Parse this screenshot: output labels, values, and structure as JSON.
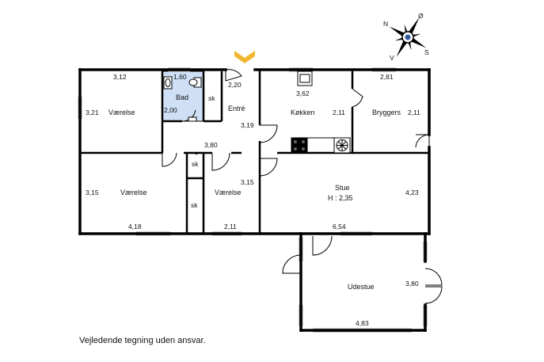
{
  "rooms": {
    "vaerelse_nw": {
      "name": "Værelse",
      "dims": [
        "3,12",
        "3,21"
      ]
    },
    "bad": {
      "name": "Bad",
      "dims": [
        "1,60",
        "2,00"
      ]
    },
    "entre": {
      "name": "Entré",
      "dims": [
        "2,20",
        "3,19",
        "3,80"
      ]
    },
    "koekken": {
      "name": "Køkken",
      "dims": [
        "3,62",
        "2,11"
      ]
    },
    "bryggers": {
      "name": "Bryggers",
      "dims": [
        "2,81",
        "2,11"
      ]
    },
    "vaerelse_sw": {
      "name": "Værelse",
      "dims": [
        "3,15",
        "4,18"
      ]
    },
    "vaerelse_mid": {
      "name": "Værelse",
      "dims": [
        "3,15",
        "2,11"
      ]
    },
    "stue": {
      "name": "Stue",
      "height": "H : 2,35",
      "dims": [
        "4,23",
        "6,54"
      ]
    },
    "udestue": {
      "name": "Udestue",
      "dims": [
        "3,80",
        "4,83"
      ]
    }
  },
  "closets": [
    "sk",
    "sk",
    "sk"
  ],
  "compass": {
    "north": "N",
    "south": "S",
    "east": "Ø",
    "west": "V"
  },
  "colors": {
    "wall": "#000000",
    "bathroom": "#cfe0f6",
    "window": "#9a9a9a",
    "entrance_marker": "#f2b630"
  },
  "disclaimer": "Vejledende tegning uden ansvar."
}
